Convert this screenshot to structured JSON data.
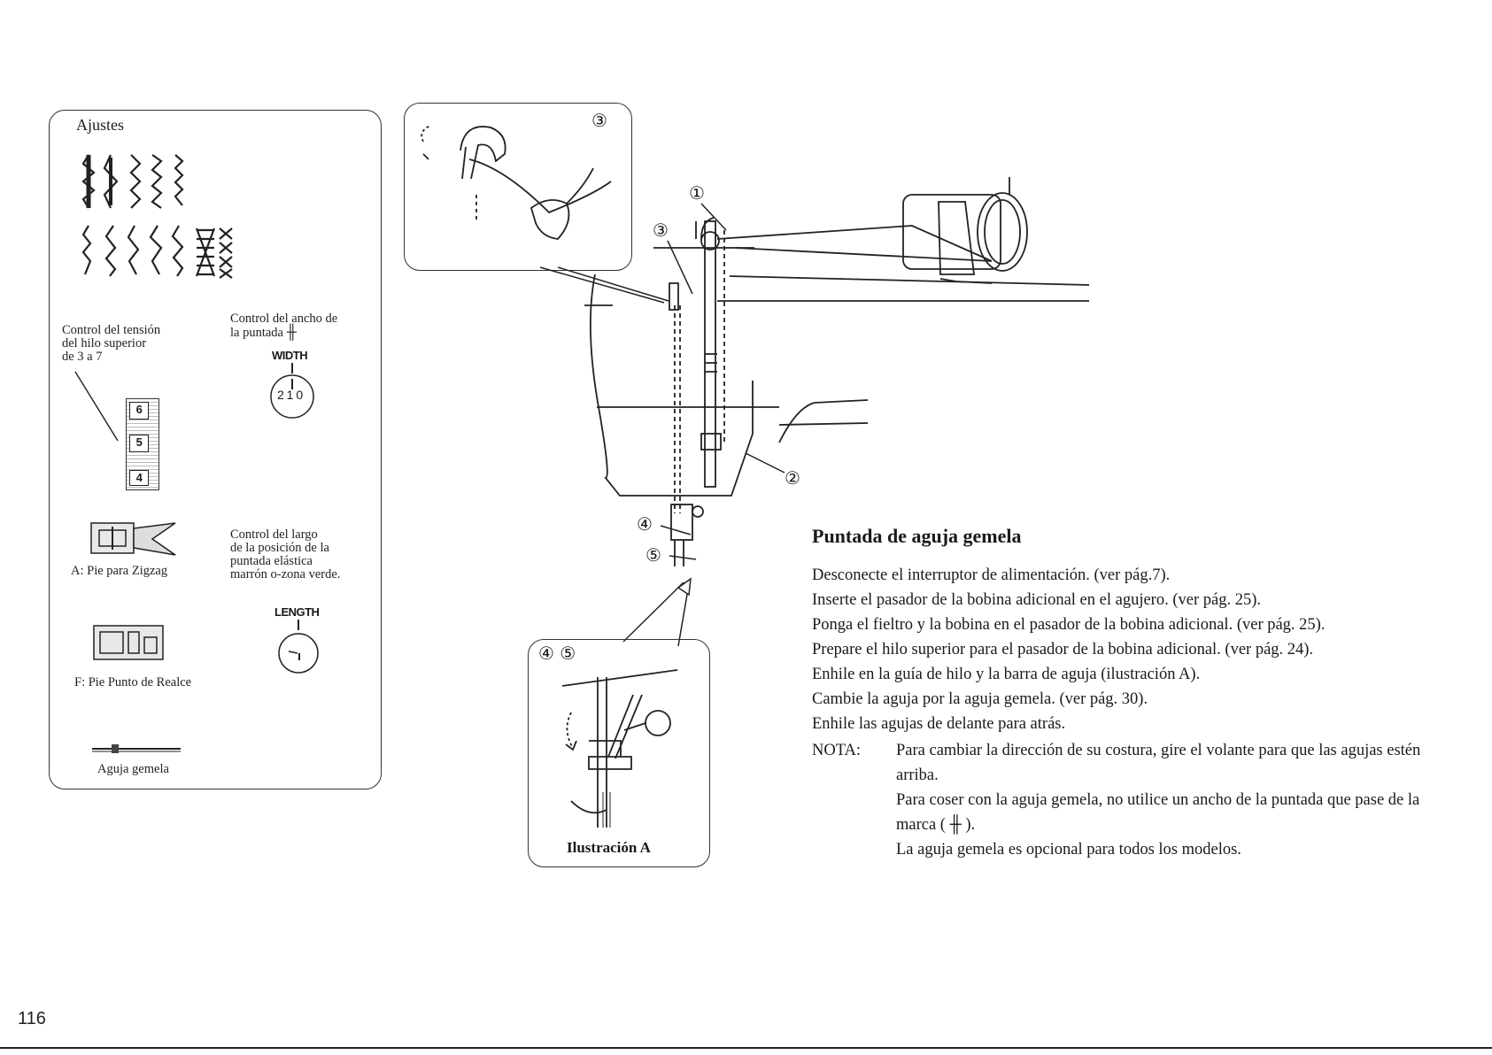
{
  "settings": {
    "title": "Ajustes",
    "tension_label": [
      "Control del tensión",
      "del hilo superior",
      "de 3 a 7"
    ],
    "tension_dial": [
      "6",
      "5",
      "4"
    ],
    "width_label": [
      "Control del ancho de",
      "la puntada"
    ],
    "width_knob_label": "WIDTH",
    "width_knob_numbers": "2 1 0",
    "foot_a_label": "A: Pie para Zigzag",
    "length_label": [
      "Control del largo",
      "de la posición de la",
      "puntada elástica",
      "marrón o-zona verde."
    ],
    "length_knob_label": "LENGTH",
    "foot_f_label": "F: Pie Punto de Realce",
    "needle_label": "Aguja gemela"
  },
  "diagram": {
    "callout_top_number": "③",
    "labels": [
      "①",
      "②",
      "③",
      "④",
      "⑤"
    ],
    "callout_bottom_numbers": "④ ⑤",
    "callout_bottom_caption": "Ilustración A"
  },
  "article": {
    "heading": "Puntada de aguja gemela",
    "lines": [
      "Desconecte el interruptor de alimentación. (ver pág.7).",
      "Inserte el pasador de la bobina adicional en el agujero. (ver pág. 25).",
      "Ponga el fieltro y la bobina en el pasador de la bobina adicional. (ver pág. 25).",
      "Prepare el hilo superior para el pasador de la bobina adicional. (ver pág. 24).",
      "Enhile en la guía de hilo y la barra de aguja (ilustración A).",
      "Cambie la aguja por la aguja gemela. (ver pág. 30).",
      "Enhile las agujas de delante para atrás."
    ],
    "note_label": "NOTA:",
    "note_lines": [
      "Para cambiar la dirección de su costura, gire el volante para que las agujas estén arriba.",
      "Para coser con la aguja gemela, no utilice un ancho de la puntada que pase de la marca ( ╫ ).",
      "La aguja gemela es opcional para todos los modelos."
    ]
  },
  "page_number": "116"
}
